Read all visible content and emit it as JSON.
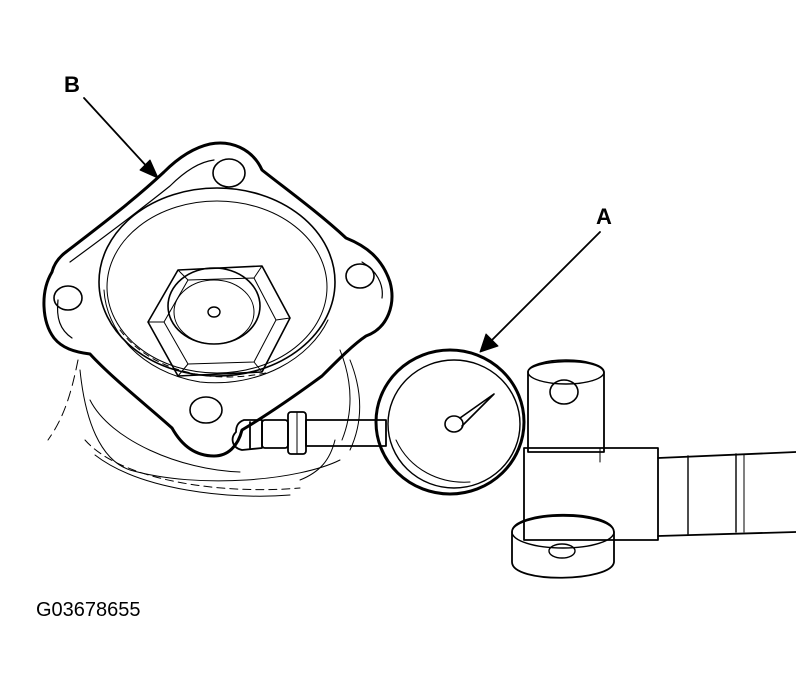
{
  "labels": {
    "a": "A",
    "b": "B"
  },
  "caption": "G03678655"
}
